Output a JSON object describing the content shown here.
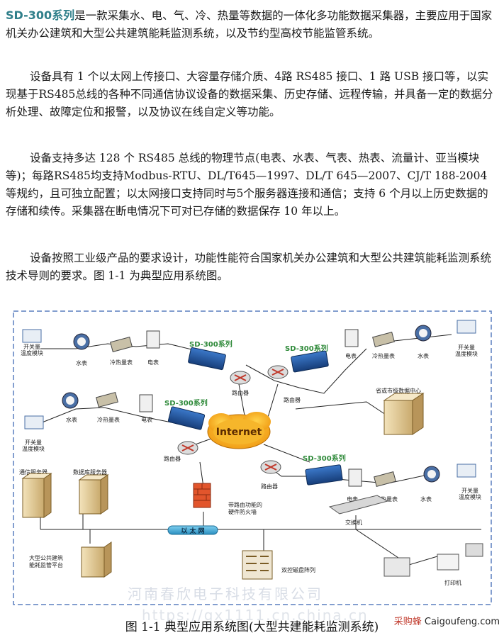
{
  "doc": {
    "brand": "SD-300系列",
    "p1_rest": "是一款采集水、电、气、冷、热量等数据的一体化多功能数据采集器，主要应用于国家机关办公建筑和大型公共建筑能耗监测系统，以及节约型高校节能监管系统。",
    "p2": "设备具有 1 个以太网上传接口、大容量存储介质、4路 RS485 接口、1 路 USB 接口等，以实现基于RS485总线的各种不同通信协议设备的数据采集、历史存储、远程传输，并具备一定的数据分析处理、故障定位和报警，以及协议在线自定义等功能。",
    "p3": "设备支持多达 128 个 RS485 总线的物理节点(电表、水表、气表、热表、流量计、亚当模块等)；每路RS485均支持Modbus-RTU、DL/T645—1997、DL/T 645—2007、CJ/T 188-2004等规约，且可独立配置；以太网接口支持同时与5个服务器连接和通信；支持 6 个月以上历史数据的存储和续传。采集器在断电情况下可对已存储的数据保存 10 年以上。",
    "p4": "设备按照工业级产品的要求设计，功能性能符合国家机关办公建筑和大型公共建筑能耗监测系统技术导则的要求。图 1-1 为典型应用系统图。"
  },
  "diagram": {
    "collector_label": "SD-300系列",
    "internet": "Internet",
    "router": "路由器",
    "water_meter": "水表",
    "heat_meter": "冷热量表",
    "elec_meter": "电表",
    "switch_module_l1": "开关量",
    "switch_module_l2": "温度模块",
    "data_center": "省或市级数据中心",
    "comm_server": "通信服务器",
    "db_server": "数据库服务器",
    "firewall_l1": "带路由功能的",
    "firewall_l2": "硬件防火墙",
    "ethernet": "以 太 网",
    "switch": "交换机",
    "platform_l1": "大型公共建筑",
    "platform_l2": "能耗监管平台",
    "disk_array": "双控磁盘阵列",
    "printer": "打印机"
  },
  "caption": "图 1-1  典型应用系统图(大型共建能耗监测系统)",
  "watermarks": {
    "company": "河南春欣电子科技有限公司",
    "url": "https://gx1111.cn.china.cn",
    "site_cn": "采购蜂",
    "site_en": "Caigoufeng.com"
  }
}
